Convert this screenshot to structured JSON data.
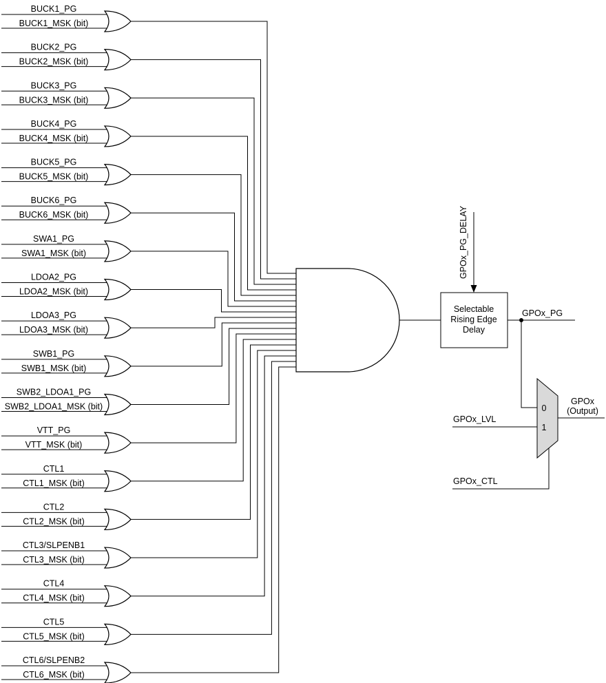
{
  "diagram": {
    "gates": [
      {
        "top": "BUCK1_PG",
        "bottom": "BUCK1_MSK (bit)"
      },
      {
        "top": "BUCK2_PG",
        "bottom": "BUCK2_MSK (bit)"
      },
      {
        "top": "BUCK3_PG",
        "bottom": "BUCK3_MSK (bit)"
      },
      {
        "top": "BUCK4_PG",
        "bottom": "BUCK4_MSK (bit)"
      },
      {
        "top": "BUCK5_PG",
        "bottom": "BUCK5_MSK (bit)"
      },
      {
        "top": "BUCK6_PG",
        "bottom": "BUCK6_MSK (bit)"
      },
      {
        "top": "SWA1_PG",
        "bottom": "SWA1_MSK (bit)"
      },
      {
        "top": "LDOA2_PG",
        "bottom": "LDOA2_MSK (bit)"
      },
      {
        "top": "LDOA3_PG",
        "bottom": "LDOA3_MSK (bit)"
      },
      {
        "top": "SWB1_PG",
        "bottom": "SWB1_MSK (bit)"
      },
      {
        "top": "SWB2_LDOA1_PG",
        "bottom": "SWB2_LDOA1_MSK (bit)"
      },
      {
        "top": "VTT_PG",
        "bottom": "VTT_MSK (bit)"
      },
      {
        "top": "CTL1",
        "bottom": "CTL1_MSK (bit)"
      },
      {
        "top": "CTL2",
        "bottom": "CTL2_MSK (bit)"
      },
      {
        "top": "CTL3/SLPENB1",
        "bottom": "CTL3_MSK (bit)"
      },
      {
        "top": "CTL4",
        "bottom": "CTL4_MSK (bit)"
      },
      {
        "top": "CTL5",
        "bottom": "CTL5_MSK (bit)"
      },
      {
        "top": "CTL6/SLPENB2",
        "bottom": "CTL6_MSK (bit)"
      }
    ],
    "delay_box": {
      "line1": "Selectable",
      "line2": "Rising Edge",
      "line3": "Delay"
    },
    "delay_arrow_label": "GPOx_PG_DELAY",
    "labels": {
      "gpox_pg": "GPOx_PG",
      "gpox_lvl": "GPOx_LVL",
      "gpox_ctl": "GPOx_CTL",
      "gpox_out_line1": "GPOx",
      "gpox_out_line2": "(Output)"
    },
    "mux": {
      "input0": "0",
      "input1": "1"
    },
    "colors": {
      "line": "#000000",
      "mux_fill": "#d9d9d9",
      "background": "#ffffff"
    }
  }
}
